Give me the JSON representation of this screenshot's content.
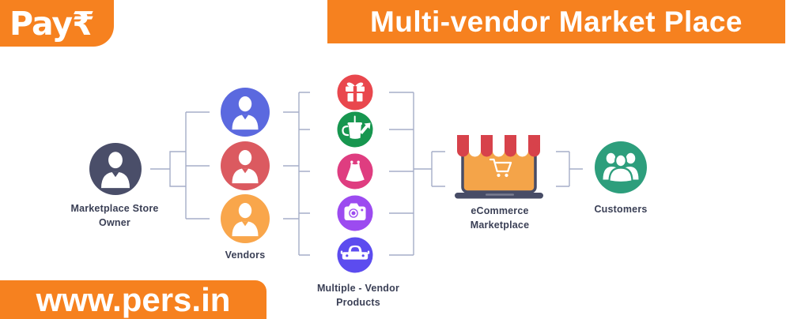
{
  "brand": {
    "logo_text": "Pay₹",
    "accent_orange": "#F6811F"
  },
  "header": {
    "title": "Multi-vendor Market Place"
  },
  "footer": {
    "url": "www.pers.in"
  },
  "diagram": {
    "line_color": "#A6ADC8",
    "owner": {
      "label_line1": "Marketplace Store",
      "label_line2": "Owner",
      "icon": "person-icon",
      "color": "#4A4E69"
    },
    "vendors": {
      "label": "Vendors",
      "icon": "person-icon",
      "items": [
        {
          "color": "#5B69DF"
        },
        {
          "color": "#DB5A60"
        },
        {
          "color": "#F9A64B"
        }
      ]
    },
    "products": {
      "label_line1": "Multiple - Vendor",
      "label_line2": "Products",
      "items": [
        {
          "icon": "gift-icon",
          "color": "#E9474D"
        },
        {
          "icon": "watering-can-icon",
          "color": "#17964F"
        },
        {
          "icon": "dress-icon",
          "color": "#DF3D80"
        },
        {
          "icon": "camera-icon",
          "color": "#9C4BF0"
        },
        {
          "icon": "car-icon",
          "color": "#5C4CEF"
        }
      ]
    },
    "marketplace": {
      "label_line1": "eCommerce",
      "label_line2": "Marketplace",
      "icon": "storefront-laptop-icon",
      "awning_red": "#D7424B",
      "screen_color": "#F4A449",
      "laptop_color": "#474C66"
    },
    "customers": {
      "label": "Customers",
      "icon": "people-group-icon",
      "color": "#2D9E7C"
    }
  }
}
